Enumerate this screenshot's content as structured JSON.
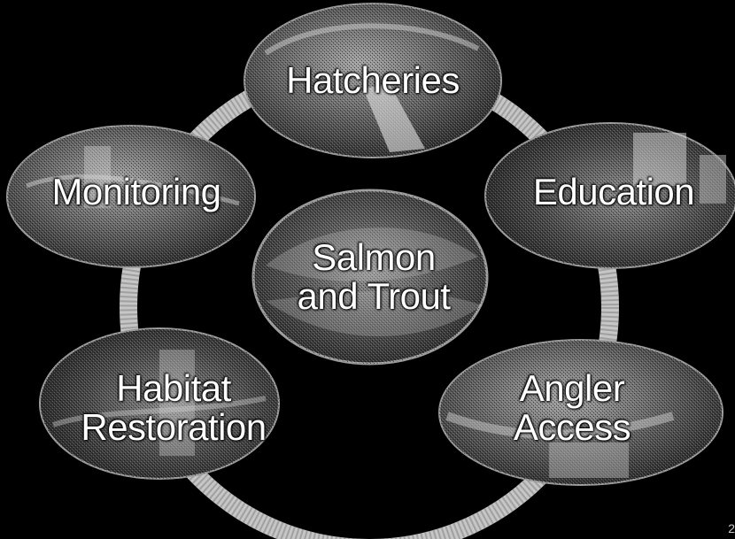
{
  "diagram": {
    "center": {
      "line1": "Salmon",
      "line2": "and Trout"
    },
    "nodes": [
      {
        "id": "hatcheries",
        "line1": "Hatcheries",
        "line2": ""
      },
      {
        "id": "education",
        "line1": "Education",
        "line2": ""
      },
      {
        "id": "angler-access",
        "line1": "Angler",
        "line2": "Access"
      },
      {
        "id": "habitat-restoration",
        "line1": "Habitat",
        "line2": "Restoration"
      },
      {
        "id": "monitoring",
        "line1": "Monitoring",
        "line2": ""
      }
    ]
  },
  "slide_number": "2"
}
